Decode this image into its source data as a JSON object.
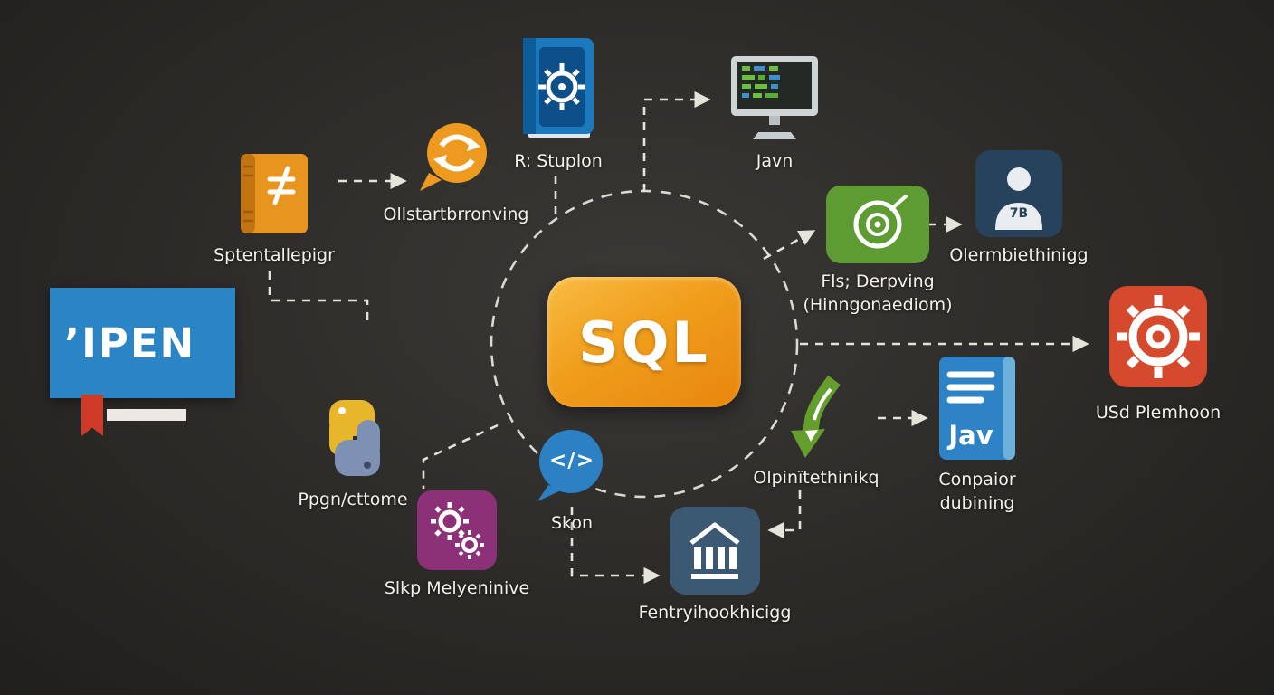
{
  "colors": {
    "canvas_bg": "#2c2a27",
    "sql_orange": "#ef9312",
    "connector_line": "#e6e3da"
  },
  "diagram": {
    "center": {
      "id": "sql",
      "label": "SQL"
    },
    "nodes": [
      {
        "id": "book-orange",
        "icon": "book-icon",
        "label": "Sptentallepigr"
      },
      {
        "id": "sync",
        "icon": "sync-bubble-icon",
        "label": "Ollstartbrronving"
      },
      {
        "id": "book-blue",
        "icon": "gear-book-icon",
        "label": "R: Stuplon"
      },
      {
        "id": "monitor",
        "icon": "code-monitor-icon",
        "label": "Javn"
      },
      {
        "id": "target",
        "icon": "target-icon",
        "label": "Fls; Derpving (Hinngonaediom)"
      },
      {
        "id": "user",
        "icon": "user-icon",
        "label": "Olermbiethinigg",
        "badge": "7B"
      },
      {
        "id": "screen",
        "icon": "presentation-screen-icon",
        "label": "ʼIPEN"
      },
      {
        "id": "python",
        "icon": "python-icon",
        "label": "Ppgn/cttome"
      },
      {
        "id": "chat-code",
        "icon": "code-chat-icon",
        "label": "Skon",
        "icon_text": "</>"
      },
      {
        "id": "gears-purple",
        "icon": "gears-icon",
        "label": "Slkp Melyeninive"
      },
      {
        "id": "arrow-green",
        "icon": "down-arrow-icon",
        "label": "Olpinïtethinikq"
      },
      {
        "id": "java-doc",
        "icon": "document-icon",
        "label": "Conpaior dubining",
        "doc_label": "Jav"
      },
      {
        "id": "bank",
        "icon": "bank-icon",
        "label": "Fentryihookhicigg"
      },
      {
        "id": "gear-red",
        "icon": "gear-icon",
        "label": "USd Plemhoon"
      }
    ],
    "edges": [
      {
        "from": "book-orange",
        "to": "sync"
      },
      {
        "from": "book-orange",
        "to": "sql"
      },
      {
        "from": "book-blue",
        "to": "sql"
      },
      {
        "from": "sql",
        "to": "monitor"
      },
      {
        "from": "sql",
        "to": "target"
      },
      {
        "from": "target",
        "to": "user"
      },
      {
        "from": "sql",
        "to": "gear-red"
      },
      {
        "from": "sql",
        "to": "gears-purple"
      },
      {
        "from": "chat-code",
        "to": "bank"
      },
      {
        "from": "arrow-green",
        "to": "bank"
      },
      {
        "from": "arrow-green",
        "to": "java-doc"
      }
    ]
  }
}
